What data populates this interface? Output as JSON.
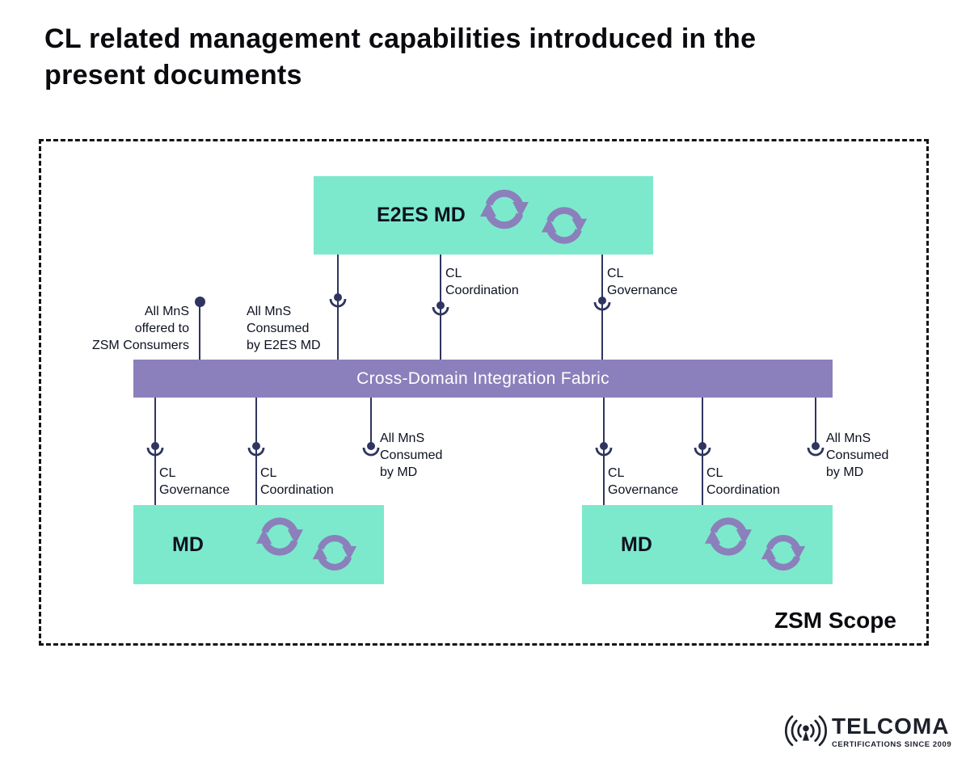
{
  "title": "CL related management capabilities introduced in the present documents",
  "scope_label": "ZSM Scope",
  "nodes": {
    "e2es_md": "E2ES MD",
    "fabric": "Cross-Domain Integration Fabric",
    "md_left": "MD",
    "md_right": "MD"
  },
  "connector_labels": {
    "offered_to_zsm": "All MnS\noffered to\nZSM Consumers",
    "consumed_by_e2es": "All MnS\nConsumed\nby E2ES MD",
    "e2es_coordination": "CL\nCoordination",
    "e2es_governance": "CL\nGovernance",
    "md_left_governance": "CL\nGovernance",
    "md_left_coordination": "CL\nCoordination",
    "md_left_consumed": "All MnS\nConsumed\nby MD",
    "md_right_governance": "CL\nGovernance",
    "md_right_coordination": "CL\nCoordination",
    "md_right_consumed": "All MnS\nConsumed\nby MD"
  },
  "logo": {
    "name": "TELCOMA",
    "tagline": "CERTIFICATIONS SINCE 2009"
  },
  "colors": {
    "mint": "#7DE9CC",
    "purple": "#8B80BB",
    "line": "#2F3560"
  }
}
